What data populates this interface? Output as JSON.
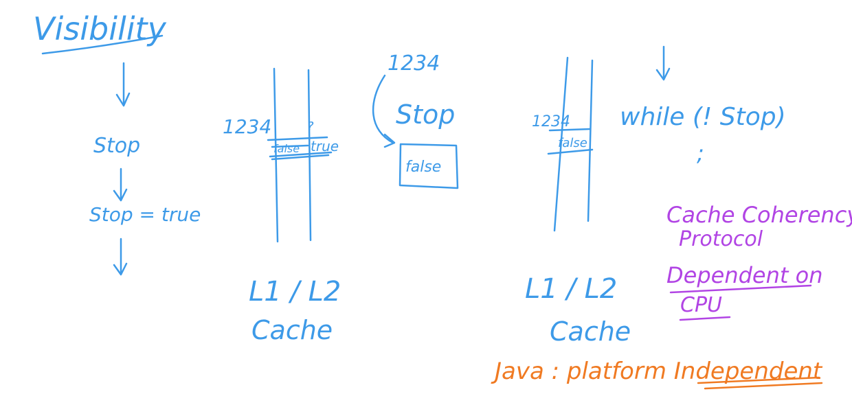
{
  "colors": {
    "ink_blue": "#3d9ae8",
    "ink_purple": "#b144e4",
    "ink_orange": "#f07a22",
    "background": "#ffffff"
  },
  "left": {
    "title": "Visibility",
    "step1": "Stop",
    "step2": "Stop = true"
  },
  "core1": {
    "value_label": "1234",
    "mark": "?",
    "cell_old": "false",
    "cell_new": "true",
    "caption_line1": "L1 / L2",
    "caption_line2": "Cache"
  },
  "memory": {
    "address": "1234",
    "var_name": "Stop",
    "value": "false"
  },
  "core2": {
    "value_label": "1234",
    "cell_value": "false",
    "caption_line1": "L1 / L2",
    "caption_line2": "Cache"
  },
  "code": {
    "line1": "while (! Stop)",
    "line2": ";"
  },
  "notes": {
    "protocol_line1": "Cache Coherency",
    "protocol_line2": "Protocol",
    "dependent_line1": "Dependent on",
    "dependent_line2": "CPU",
    "java_note": "Java : platform Independent"
  }
}
